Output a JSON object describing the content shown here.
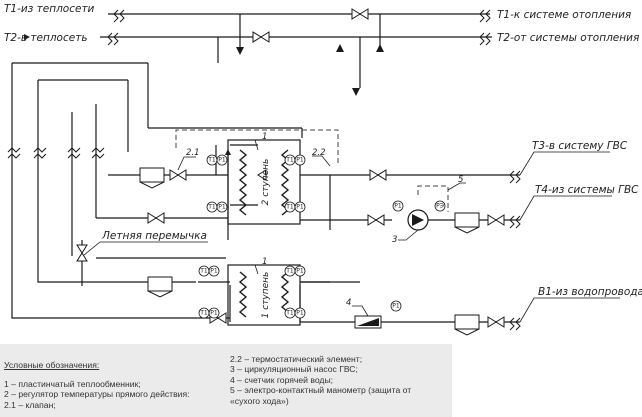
{
  "pipes": {
    "t1_in": "Т1-из теплосети",
    "t2_out": "Т2-в теплосеть",
    "t1_heating": "Т1-к системе отопления",
    "t2_heating": "Т2-от системы отопления",
    "t3_dhw": "Т3-в систему ГВС",
    "t4_dhw": "Т4-из системы ГВС",
    "b1_water": "В1-из водопровода"
  },
  "annotations": {
    "summer_bypass": "Летняя перемычка",
    "stage2": "2 ступень",
    "stage1": "1 ступень"
  },
  "callouts": [
    "1",
    "1",
    "2.1",
    "2.2",
    "3",
    "4",
    "5"
  ],
  "instruments": {
    "thermometer": "Т1",
    "pressure_gauge": "Р1",
    "electro_gauge": "РЭ"
  },
  "legend": {
    "title": "Условные обозначения:",
    "items": [
      "1 – пластинчатый теплообменник;",
      "2 – регулятор температуры прямого действия:",
      "2.1 – клапан;",
      "2.2 – термостатический элемент;",
      "3 – циркуляционный насос ГВС;",
      "4 – счетчик горячей воды;",
      "5 – электро-контактный манометр (защита от",
      "«сухого хода»)"
    ]
  }
}
